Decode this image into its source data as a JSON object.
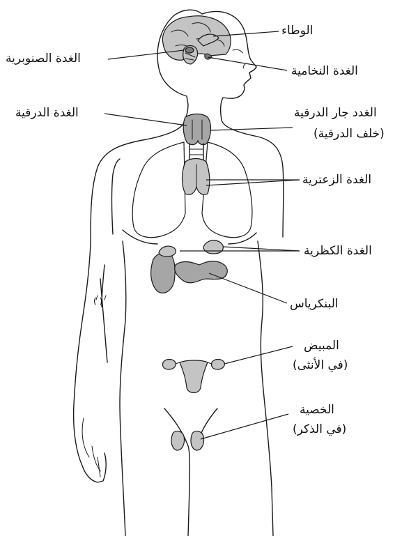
{
  "labels": {
    "hypothalamus": "الوطاء",
    "pineal": "الغدة الصنوبرية",
    "pituitary": "الغدة النخامية",
    "thyroid": "الغدة الدرقية",
    "parathyroid_line1": "الغدد جار الدرقية",
    "parathyroid_line2": "(خلف الدرقية)",
    "thymus": "الغدة الزعترية",
    "adrenal": "الغدة الكظرية",
    "pancreas": "البنكرياس",
    "ovary_line1": "المبيض",
    "ovary_line2": "(في الأنثى)",
    "testis_line1": "الخصية",
    "testis_line2": "(في الذكر)",
    "figure_mark": "( )"
  },
  "colors": {
    "outline": "#1a1a1a",
    "organ_dark": "#7d7d7d",
    "organ_mid": "#a6a6a6",
    "organ_light": "#c4c4c4"
  }
}
